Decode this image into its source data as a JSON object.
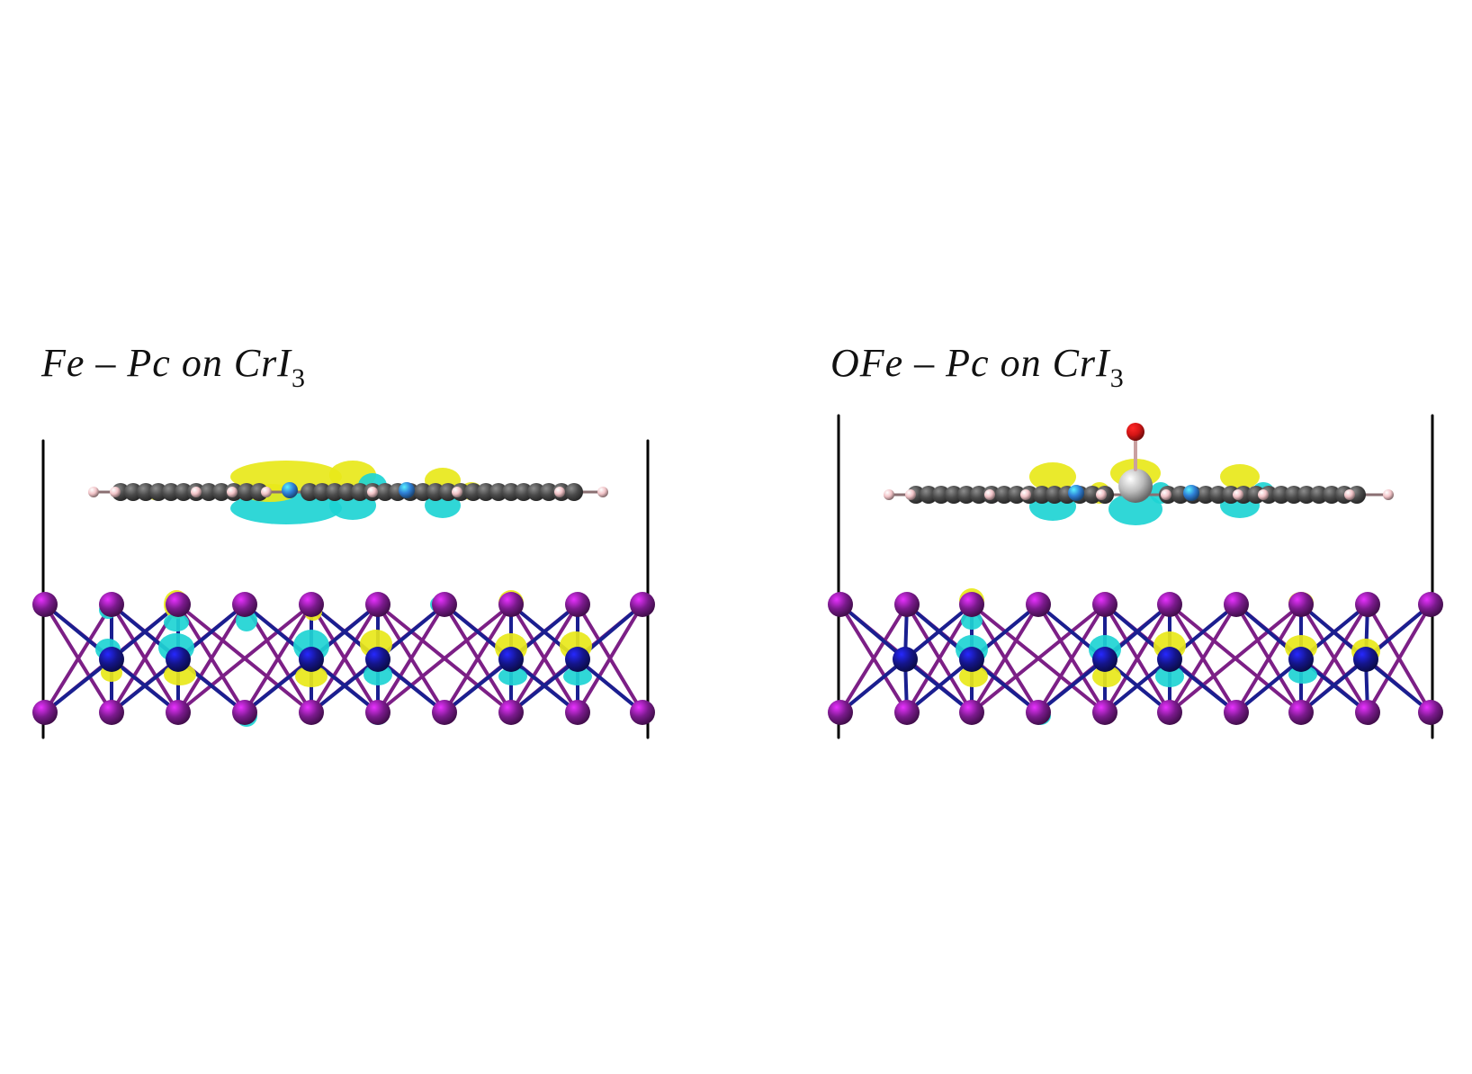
{
  "panels": [
    {
      "label_main": "Fe – Pc on CrI",
      "label_sub": "3",
      "has_oxygen": false
    },
    {
      "label_main": "OFe – Pc on CrI",
      "label_sub": "3",
      "has_oxygen": true
    }
  ],
  "colors": {
    "iodine": "#7a1a8c",
    "chromium": "#14158a",
    "carbon": "#4a4a4a",
    "hydrogen": "#f2c4c8",
    "nitrogen": "#2f7fd6",
    "iron": "#bcbcbc",
    "oxygen": "#d41515",
    "density_positive": "#e8e81a",
    "density_negative": "#1ed4d4",
    "bond_cr_i_a": "#7c1f86",
    "bond_cr_i_b": "#1a1f90",
    "cell_border": "#000000"
  },
  "icons": {
    "molecule": "phthalocyanine-molecule",
    "substrate": "cri3-layer"
  }
}
